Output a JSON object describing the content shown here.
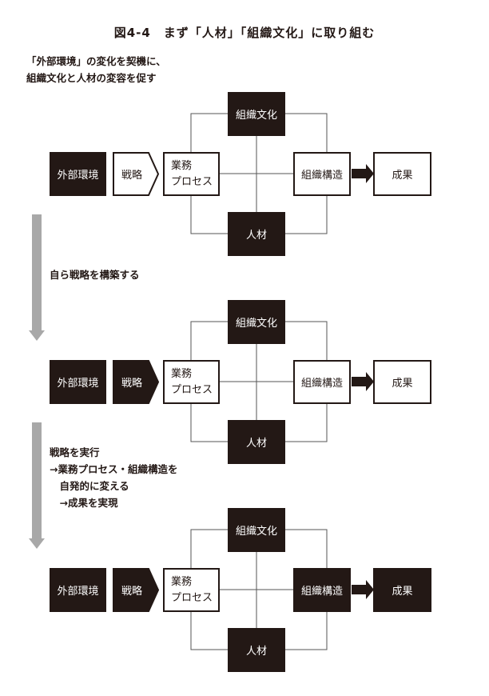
{
  "title": "図4-4　まず「人材」「組織文化」に取り組む",
  "captions": [
    "「外部環境」の変化を契機に、\n組織文化と人材の変容を促す",
    "自ら戦略を構築する",
    "戦略を実行\n→業務プロセス・組織構造を\n　自発的に変える\n　→成果を実現"
  ],
  "colors": {
    "dark": "#231815",
    "line": "#555555",
    "gray_arrow": "#a8a8a8"
  },
  "diagrams": [
    {
      "external": "外部環境",
      "strategy": "戦略",
      "process": "業務\nプロセス",
      "culture": "組織文化",
      "people": "人材",
      "structure": "組織構造",
      "result": "成果",
      "dark": {
        "external": true,
        "strategy": false,
        "process": false,
        "culture": true,
        "people": true,
        "structure": false,
        "result": false
      }
    },
    {
      "external": "外部環境",
      "strategy": "戦略",
      "process": "業務\nプロセス",
      "culture": "組織文化",
      "people": "人材",
      "structure": "組織構造",
      "result": "成果",
      "dark": {
        "external": true,
        "strategy": true,
        "process": false,
        "culture": true,
        "people": true,
        "structure": false,
        "result": false
      }
    },
    {
      "external": "外部環境",
      "strategy": "戦略",
      "process": "業務\nプロセス",
      "culture": "組織文化",
      "people": "人材",
      "structure": "組織構造",
      "result": "成果",
      "dark": {
        "external": true,
        "strategy": true,
        "process": false,
        "culture": true,
        "people": true,
        "structure": true,
        "result": true
      }
    }
  ]
}
